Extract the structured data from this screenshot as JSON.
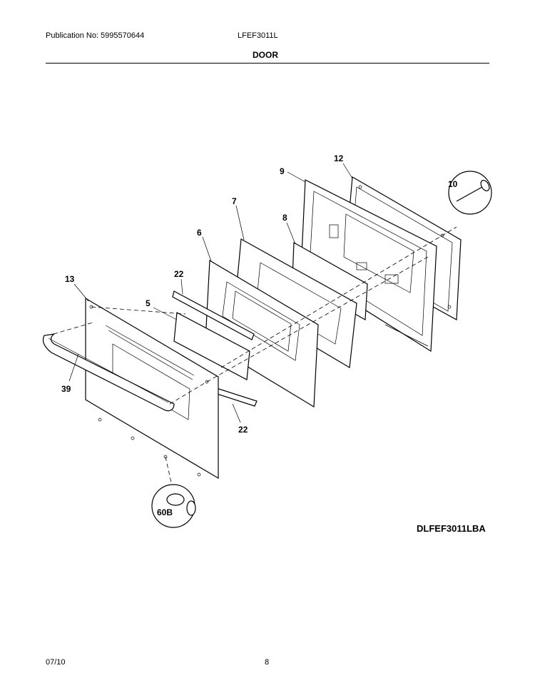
{
  "header": {
    "publication": "Publication No: 5995570644",
    "model": "LFEF3011L",
    "section_title": "DOOR"
  },
  "diagram": {
    "part_callouts": [
      "12",
      "9",
      "10",
      "7",
      "8",
      "6",
      "22",
      "13",
      "5",
      "39",
      "22",
      "60B"
    ],
    "diagram_code": "DLFEF3011LBA"
  },
  "footer": {
    "date": "07/10",
    "page_number": "8"
  }
}
